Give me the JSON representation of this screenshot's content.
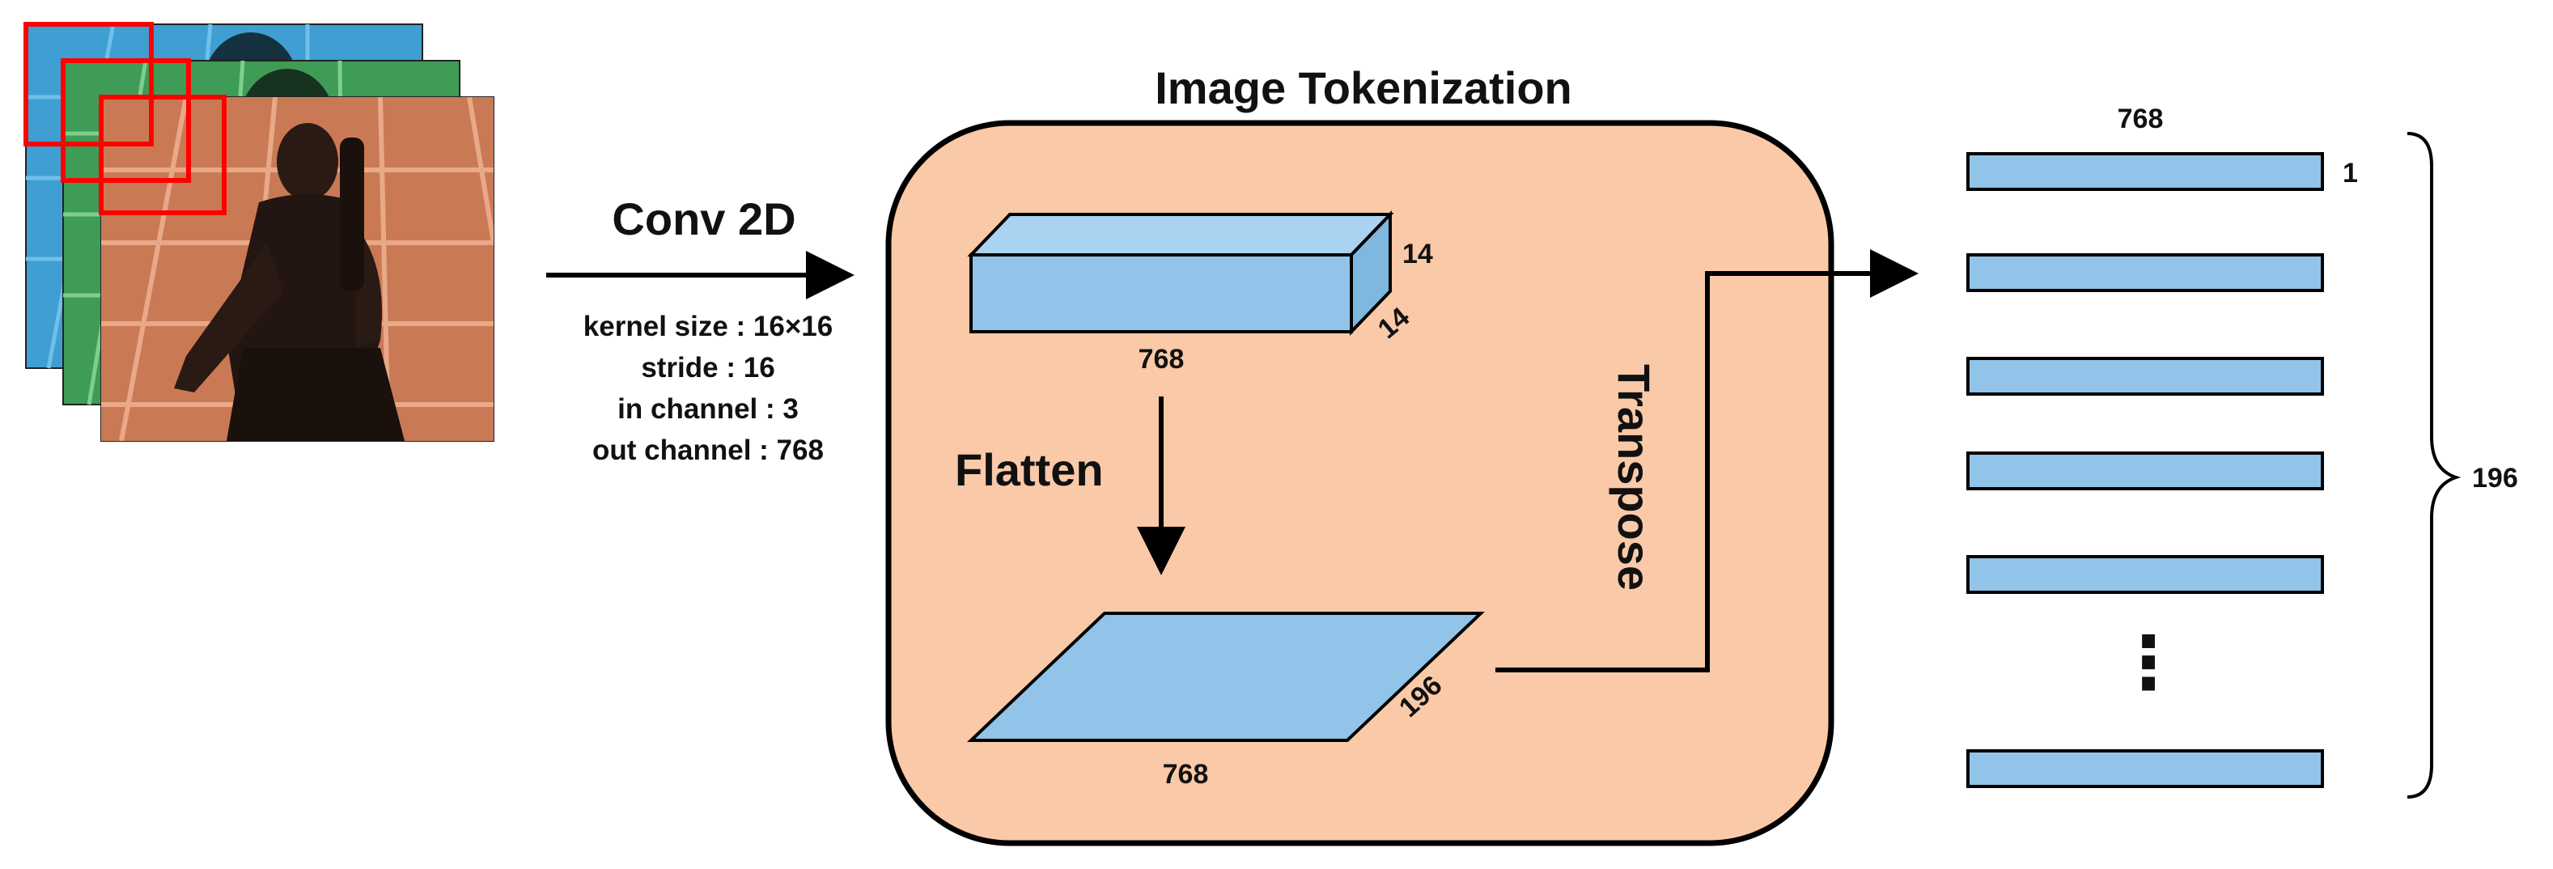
{
  "diagram": {
    "title": "Image Tokenization",
    "conv": {
      "label": "Conv 2D",
      "params": [
        "kernel size : 16×16",
        "stride : 16",
        "in channel : 3",
        "out channel : 768"
      ]
    },
    "feature_map": {
      "depth": "14",
      "height": "14",
      "width": "768"
    },
    "flatten_label": "Flatten",
    "flat_map": {
      "width": "768",
      "depth": "196"
    },
    "transpose_label": "Transpose",
    "tokens": {
      "width_label": "768",
      "row_label": "1",
      "count_label": "196",
      "ellipsis": "⋮"
    },
    "colors": {
      "token_fill": "#92c3e8",
      "box_fill": "#fac9a8",
      "frame_blue": "#3f9ed2",
      "frame_green": "#3f9c57",
      "frame_orange": "#d07a52",
      "patch_red": "#ff0000"
    }
  }
}
